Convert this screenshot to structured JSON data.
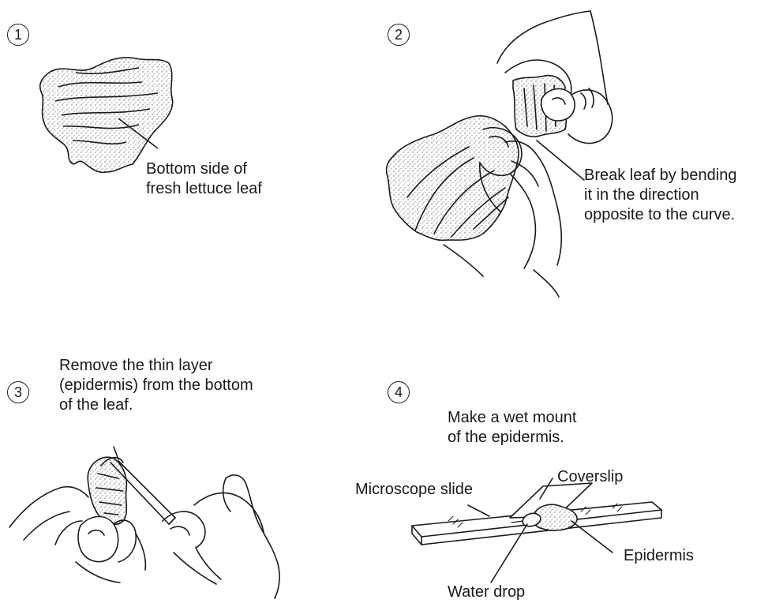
{
  "steps": [
    {
      "number": "1",
      "lines": [
        "Bottom side of",
        "fresh lettuce leaf"
      ]
    },
    {
      "number": "2",
      "lines": [
        "Break leaf by bending",
        "it in the direction",
        "opposite to the curve."
      ]
    },
    {
      "number": "3",
      "lines": [
        "Remove the thin layer",
        "(epidermis) from the bottom",
        "of the leaf."
      ]
    },
    {
      "number": "4",
      "lines": [
        "Make a wet mount",
        "of the epidermis."
      ],
      "callouts": {
        "microscope_slide": "Microscope slide",
        "coverslip": "Coverslip",
        "epidermis": "Epidermis",
        "water_drop": "Water drop"
      }
    }
  ]
}
